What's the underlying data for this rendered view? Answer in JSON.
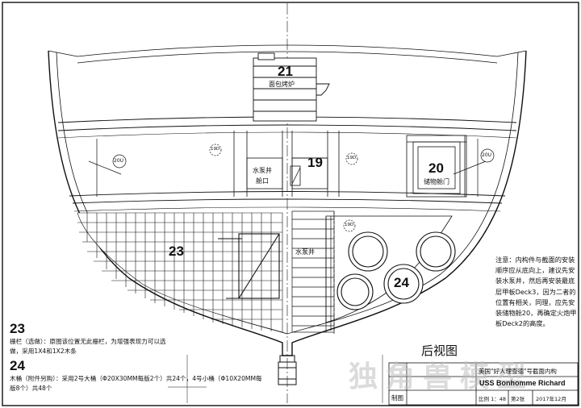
{
  "labels": {
    "p21": "21",
    "p21_name": "面包烤炉",
    "p19": "19",
    "p19_name_1": "水泵井",
    "p19_name_2": "舱口",
    "p20": "20",
    "p20_name": "储物舱门",
    "p23": "23",
    "p24": "24",
    "pump_well": "水泵井",
    "tag_left": "20U",
    "tag_right": "20U",
    "tag_1": "19D",
    "tag_2": "19D",
    "tag_3": "19D"
  },
  "note": "注意：内构件与截面的安装顺序应从底向上，建议先安装水泵井，然后再安装最底层甲板Deck3，因为二者的位置有相关，同理，应先安装储物舱20，再确定火炮甲板Deck2的高度。",
  "view_title": "后视图",
  "legend": {
    "n23": "23",
    "t23": "栅栏（选做）：原图该位置无此栅栏，为增强表现力可以选做，采用1X4和1X2木条",
    "n24": "24",
    "t24": "木桶（附件另购）：采用2号大桶（Φ20X30MM每版2个）共24个，4号小桶（Φ10X20MM每版8个）共48个"
  },
  "title_block": {
    "label_drawn": "制图",
    "drawing_title": "美国\"好人理查德\"号截面内构",
    "ship_name": "USS Bonhomme Richard",
    "scale": "比例 1：48",
    "sheet": "第2张",
    "date": "2017年12月"
  },
  "watermark": "独角兽模型"
}
